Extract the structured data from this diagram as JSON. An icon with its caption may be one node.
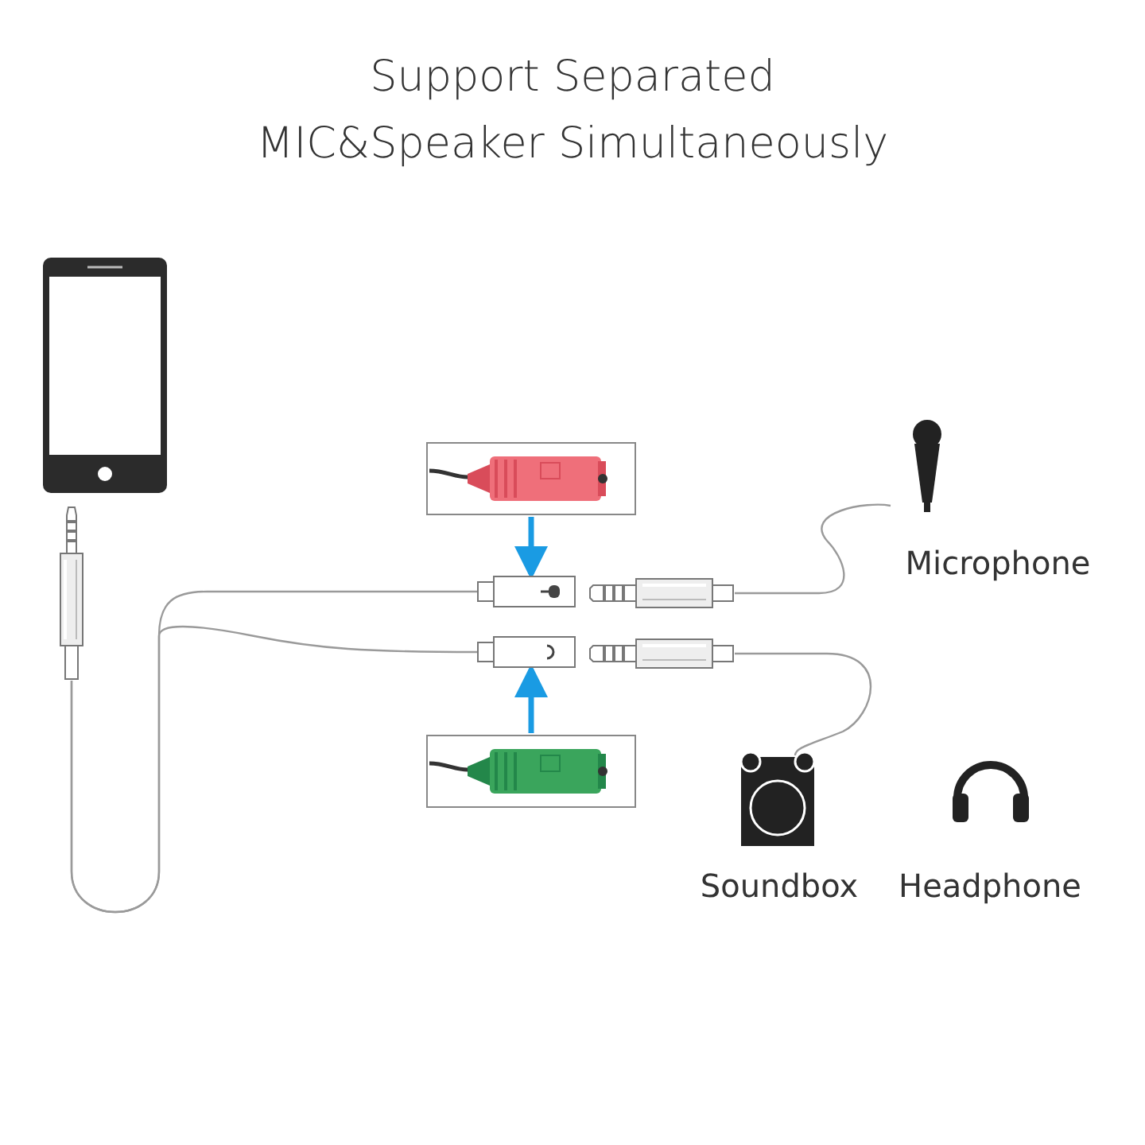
{
  "diagram": {
    "title": "Support Separated MIC&Speaker Simultaneously",
    "nodes": [
      {
        "text": [],
        "shape": "picture"
      },
      {
        "text": [],
        "shape": "picture"
      },
      {
        "text": [],
        "shape": "picture"
      },
      {
        "text": [],
        "shape": "picture"
      },
      {
        "text": [],
        "shape": "picture"
      },
      {
        "text": [],
        "shape": "picture"
      },
      {
        "text": [],
        "shape": "picture"
      },
      {
        "text": [],
        "shape": "picture"
      },
      {
        "text": [
          "Microphone"
        ]
      },
      {
        "text": [
          "Soundbox"
        ]
      },
      {
        "text": [
          "Headphone"
        ]
      }
    ],
    "edges": [
      {
        "from": 2,
        "to": 3,
        "arrow": "to",
        "color": "#1a9be3",
        "style": "thick"
      },
      {
        "from": 5,
        "to": 4,
        "arrow": "to",
        "color": "#1a9be3",
        "style": "thick"
      },
      {
        "from": 1,
        "to": 3,
        "arrow": "none"
      },
      {
        "from": 1,
        "to": 4,
        "arrow": "none"
      },
      {
        "from": 6,
        "to": 8,
        "arrow": "none"
      },
      {
        "from": 7,
        "to": 9,
        "arrow": "none"
      }
    ]
  }
}
